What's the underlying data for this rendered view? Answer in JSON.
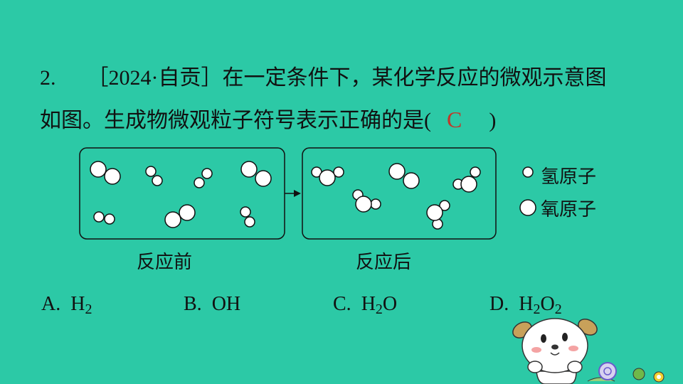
{
  "question": {
    "number": "2.",
    "source": "［2024·自贡］",
    "line1_text": "在一定条件下，某化学反应的微观示意图",
    "line2_text": "如图。生成物微观粒子符号表示正确的是",
    "paren_open": "(",
    "answer": "C",
    "paren_close": ")"
  },
  "diagram": {
    "before_caption": "反应前",
    "after_caption": "反应后",
    "legend": {
      "hydrogen": "氢原子",
      "oxygen": "氧原子"
    }
  },
  "options": [
    {
      "letter": "A.",
      "symbol": "H",
      "sub": "2",
      "rest": "",
      "sub2": ""
    },
    {
      "letter": "B.",
      "symbol": "OH",
      "sub": "",
      "rest": "",
      "sub2": ""
    },
    {
      "letter": "C.",
      "symbol": "H",
      "sub": "2",
      "rest": "O",
      "sub2": ""
    },
    {
      "letter": "D.",
      "symbol": "H",
      "sub": "2",
      "rest": "O",
      "sub2": "2"
    }
  ],
  "colors": {
    "background": "#2CC9A6",
    "answer": "#C0392B",
    "atom_fill": "#FFFFFF",
    "outline": "#111111"
  }
}
